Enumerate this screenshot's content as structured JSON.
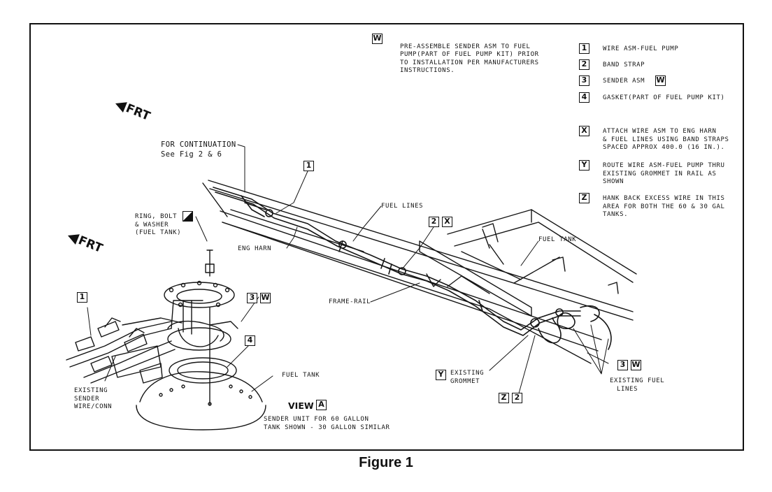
{
  "figure_caption": "Figure 1",
  "note_w": {
    "marker": "W",
    "lines": [
      "PRE-ASSEMBLE SENDER ASM TO FUEL",
      "PUMP(PART OF FUEL PUMP KIT) PRIOR",
      "TO INSTALLATION PER MANUFACTURERS",
      "INSTRUCTIONS."
    ]
  },
  "legend": [
    {
      "marker": "1",
      "text": "WIRE ASM-FUEL PUMP",
      "extra": ""
    },
    {
      "marker": "2",
      "text": "BAND STRAP",
      "extra": ""
    },
    {
      "marker": "3",
      "text": "SENDER ASM",
      "extra": "W"
    },
    {
      "marker": "4",
      "text": "GASKET(PART OF FUEL PUMP KIT)",
      "extra": ""
    }
  ],
  "notes": [
    {
      "marker": "X",
      "lines": [
        "ATTACH WIRE ASM TO ENG HARN",
        "& FUEL LINES USING BAND STRAPS",
        "SPACED APPROX 400.0 (16 IN.)."
      ]
    },
    {
      "marker": "Y",
      "lines": [
        "ROUTE WIRE ASM-FUEL PUMP THRU",
        "EXISTING GROMMET IN RAIL AS",
        "SHOWN"
      ]
    },
    {
      "marker": "Z",
      "lines": [
        "HANK BACK EXCESS WIRE IN THIS",
        "AREA FOR BOTH THE 60 & 30 GAL",
        "TANKS."
      ]
    }
  ],
  "frt_label": "FRT",
  "callouts": {
    "continuation_1": "FOR CONTINUATION",
    "continuation_2": "See Fig 2 & 6",
    "ring_bolt_1": "RING, BOLT",
    "ring_bolt_2": "& WASHER",
    "ring_bolt_3": "(FUEL TANK)",
    "eng_harn": "ENG HARN",
    "fuel_lines": "FUEL LINES",
    "fuel_tank_top": "FUEL TANK",
    "frame_rail": "FRAME-RAIL",
    "existing_grommet_1": "EXISTING",
    "existing_grommet_2": "GROMMET",
    "existing_fuel_lines_1": "EXISTING FUEL",
    "existing_fuel_lines_2": "LINES",
    "existing_sender_1": "EXISTING",
    "existing_sender_2": "SENDER",
    "existing_sender_3": "WIRE/CONN",
    "fuel_tank_bottom": "FUEL TANK",
    "view_label": "VIEW",
    "view_marker": "A",
    "sender_unit_1": "SENDER UNIT FOR 60 GALLON",
    "sender_unit_2": "TANK SHOWN - 30 GALLON SIMILAR"
  },
  "diagram_markers": {
    "m1_top": "1",
    "m2": "2",
    "mx": "X",
    "m3a": "3",
    "mwa": "W",
    "m4": "4",
    "m1_left": "1",
    "m3b": "3",
    "mwb": "W",
    "my": "Y",
    "mz": "Z",
    "mz2": "2"
  }
}
